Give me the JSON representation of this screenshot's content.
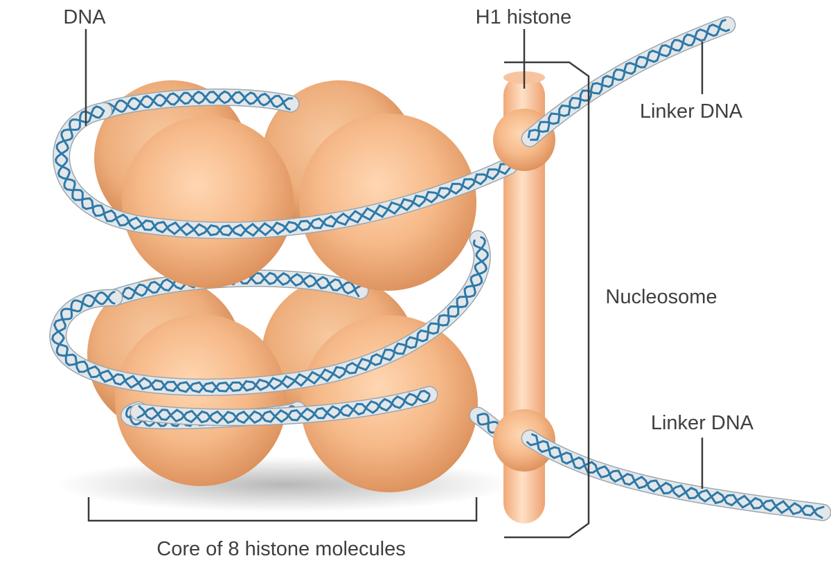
{
  "labels": {
    "dna": "DNA",
    "h1_histone": "H1 histone",
    "linker_dna_top": "Linker DNA",
    "linker_dna_bottom": "Linker DNA",
    "nucleosome": "Nucleosome",
    "core": "Core of 8 histone molecules"
  },
  "colors": {
    "histone_light": "#ffd7b3",
    "histone_mid": "#f6b989",
    "histone_dark": "#d88a55",
    "dna_tube": "#e3e7ea",
    "dna_strand": "#2e79a8",
    "leader_line": "#3a3a3a",
    "label_text": "#3f3f3f"
  }
}
